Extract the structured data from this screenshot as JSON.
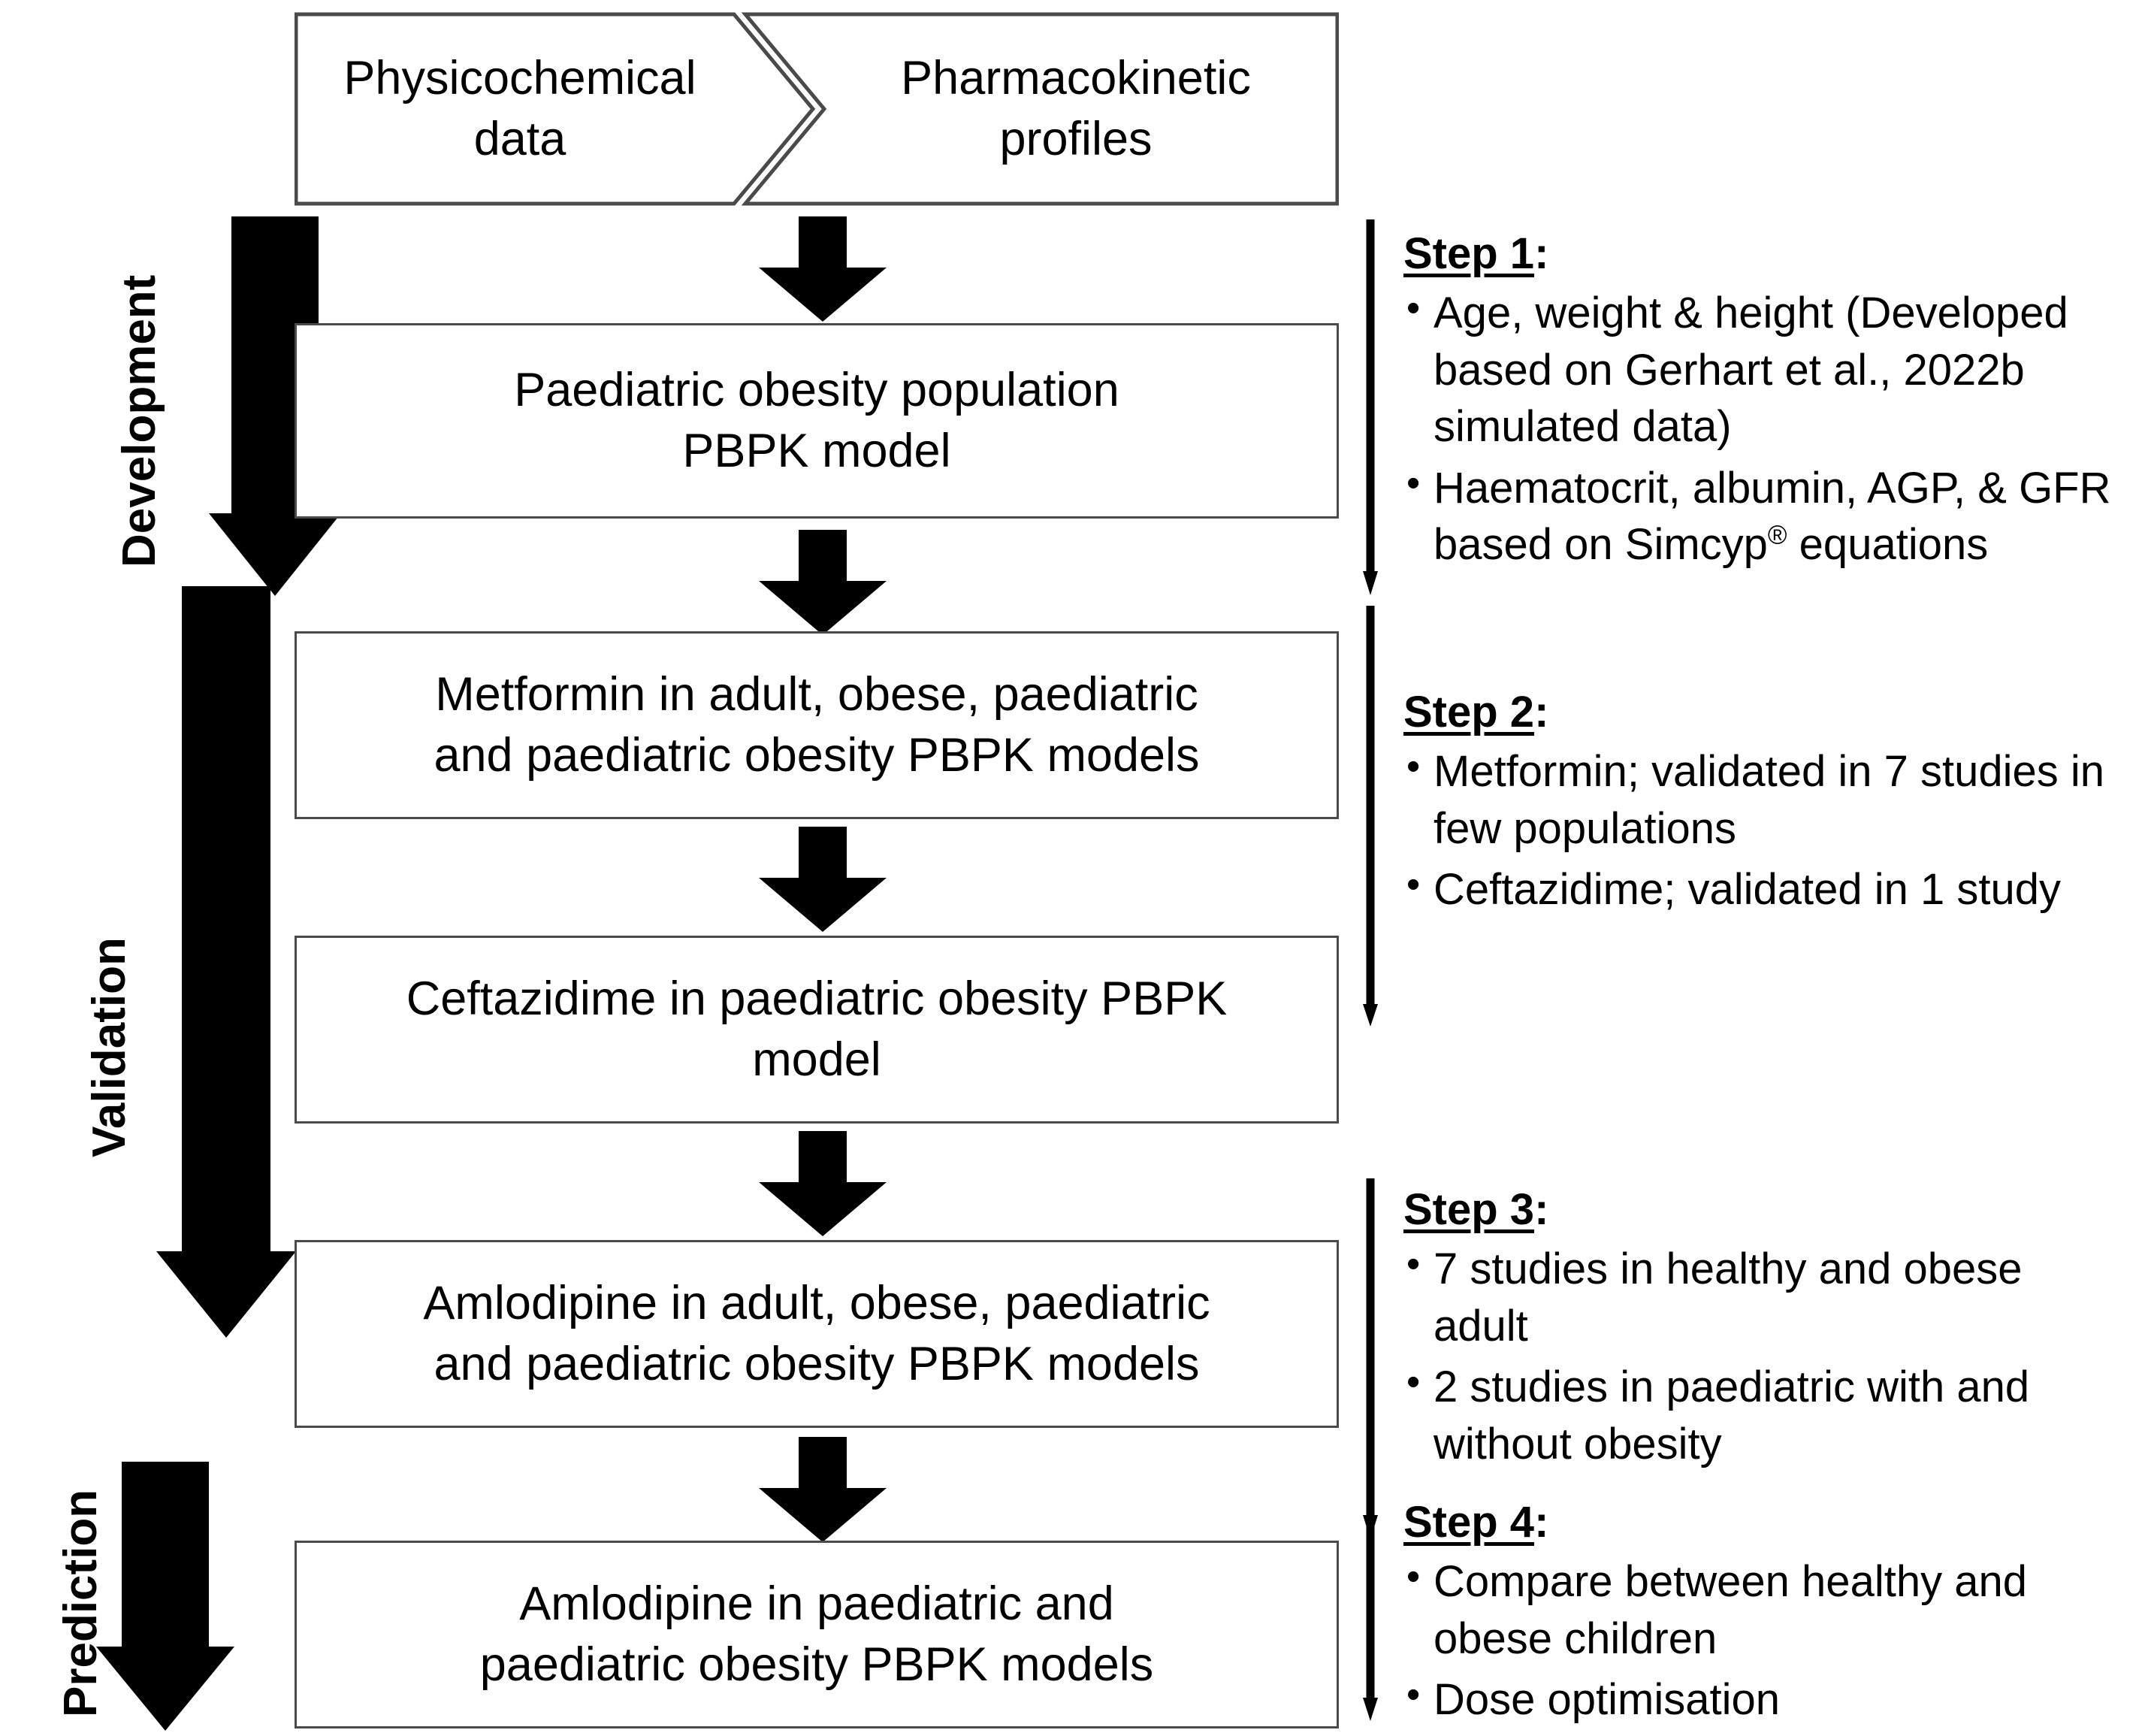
{
  "figure": {
    "type": "flowchart",
    "orientation": "top-to-bottom",
    "stages": [
      {
        "id": "development",
        "label": "Development"
      },
      {
        "id": "validation",
        "label": "Validation"
      },
      {
        "id": "prediction",
        "label": "Prediction"
      }
    ],
    "inputs": [
      {
        "id": "physicochemical-data",
        "label": "Physicochemical data",
        "line1": "Physicochemical",
        "line2": "data"
      },
      {
        "id": "pharmacokinetic-profiles",
        "label": "Pharmacokinetic profiles",
        "line1": "Pharmacokinetic",
        "line2": "profiles"
      }
    ],
    "nodes": [
      {
        "id": "paediatric-obesity-population-pbpk-model",
        "line1": "Paediatric obesity population",
        "line2": "PBPK model"
      },
      {
        "id": "metformin-models",
        "line1": "Metformin in adult, obese, paediatric",
        "line2": "and paediatric obesity PBPK models"
      },
      {
        "id": "ceftazidime-model",
        "line1": "Ceftazidime in paediatric obesity PBPK",
        "line2": "model"
      },
      {
        "id": "amlodipine-validation-models",
        "line1": "Amlodipine in adult, obese, paediatric",
        "line2": "and paediatric obesity PBPK models"
      },
      {
        "id": "amlodipine-prediction-models",
        "line1": "Amlodipine in paediatric and",
        "line2": "paediatric obesity PBPK models"
      }
    ],
    "steps": [
      {
        "id": "step-1",
        "title": "Step 1",
        "title_suffix": ":",
        "bullets": [
          "Age, weight & height (Developed based on Gerhart et al., 2022b simulated data)",
          "Haematocrit, albumin, AGP, & GFR based on Simcyp® equations"
        ]
      },
      {
        "id": "step-2",
        "title": "Step 2",
        "title_suffix": ":",
        "bullets": [
          "Metformin; validated in 7 studies in few populations",
          "Ceftazidime; validated in 1 study"
        ]
      },
      {
        "id": "step-3",
        "title": "Step 3",
        "title_suffix": ":",
        "bullets": [
          "7 studies in healthy and obese adult",
          "2 studies in paediatric with and without obesity"
        ]
      },
      {
        "id": "step-4",
        "title": "Step 4",
        "title_suffix": ":",
        "bullets": [
          "Compare between healthy and obese children",
          "Dose optimisation"
        ]
      }
    ],
    "colors": {
      "box_border": "#4a4a4a",
      "arrow_fill": "#000000",
      "text": "#000000",
      "background": "#ffffff"
    }
  }
}
